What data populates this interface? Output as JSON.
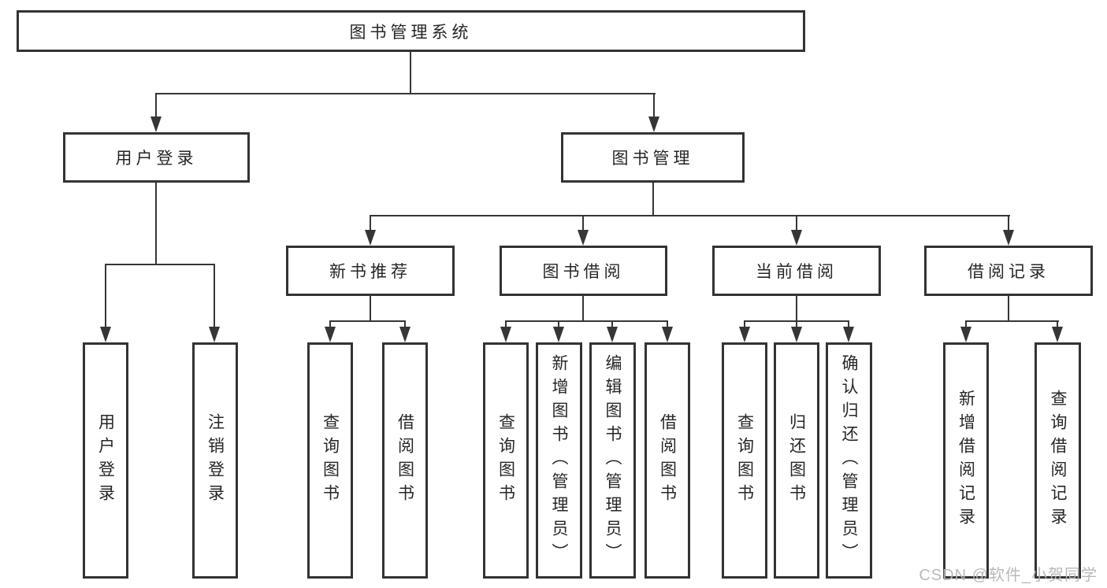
{
  "type": "tree-diagram",
  "colors": {
    "background": "#ffffff",
    "box_border": "#333333",
    "connector": "#363636",
    "text": "#262626",
    "watermark": "#b5b5b5"
  },
  "watermark": {
    "text": "CSDN @软件_小贺同学"
  },
  "tree": {
    "label": "图书管理系统",
    "children": [
      {
        "label": "用户登录",
        "children": [
          {
            "label": "用户登录"
          },
          {
            "label": "注销登录"
          }
        ]
      },
      {
        "label": "图书管理",
        "children": [
          {
            "label": "新书推荐",
            "children": [
              {
                "label": "查询图书"
              },
              {
                "label": "借阅图书"
              }
            ]
          },
          {
            "label": "图书借阅",
            "children": [
              {
                "label": "查询图书"
              },
              {
                "label": "新增图书（管理员）"
              },
              {
                "label": "编辑图书（管理员）"
              },
              {
                "label": "借阅图书"
              }
            ]
          },
          {
            "label": "当前借阅",
            "children": [
              {
                "label": "查询图书"
              },
              {
                "label": "归还图书"
              },
              {
                "label": "确认归还（管理员）"
              }
            ]
          },
          {
            "label": "借阅记录",
            "children": [
              {
                "label": "新增借阅记录"
              },
              {
                "label": "查询借阅记录"
              }
            ]
          }
        ]
      }
    ]
  }
}
